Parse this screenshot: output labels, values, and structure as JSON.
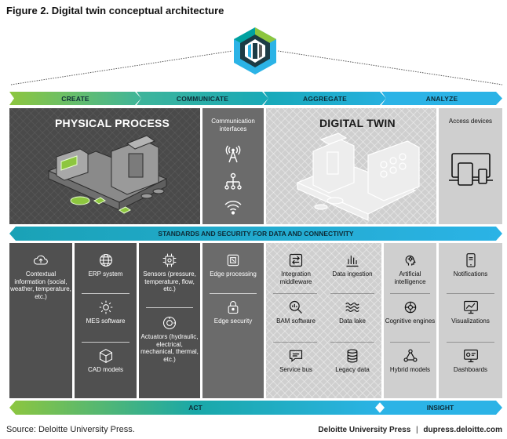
{
  "title": "Figure 2. Digital twin conceptual architecture",
  "stages": [
    "CREATE",
    "COMMUNICATE",
    "AGGREGATE",
    "ANALYZE"
  ],
  "physical_process": "PHYSICAL PROCESS",
  "communication": "Communication interfaces",
  "digital_twin": "DIGITAL TWIN",
  "access_devices": "Access devices",
  "banner": "STANDARDS AND SECURITY FOR DATA AND CONNECTIVITY",
  "columns": {
    "contextual": "Contextual information (social, weather, temperature, etc.)",
    "erp": "ERP system",
    "mes": "MES software",
    "cad": "CAD models",
    "sensors": "Sensors (pressure, temperature, flow, etc.)",
    "actuators": "Actuators (hydraulic, electrical, mechanical, thermal, etc.)",
    "edge_processing": "Edge processing",
    "edge_security": "Edge security",
    "integration": "Integration middleware",
    "data_ingestion": "Data ingestion",
    "bam": "BAM software",
    "data_lake": "Data lake",
    "service_bus": "Service bus",
    "legacy": "Legacy data",
    "ai": "Artificial intelligence",
    "cognitive": "Cognitive engines",
    "hybrid": "Hybrid models",
    "notifications": "Notifications",
    "visualizations": "Visualizations",
    "dashboards": "Dashboards"
  },
  "bottom": {
    "act": "ACT",
    "insight": "INSIGHT"
  },
  "footer": {
    "source": "Source: Deloitte University Press.",
    "publisher": "Deloitte University Press",
    "divider": "|",
    "site": "dupress.deloitte.com"
  },
  "colors": {
    "green": "#8dc63f",
    "teal": "#00a1a0",
    "blue": "#2bb3e6",
    "dark": "#505050",
    "light": "#cfcfcf"
  },
  "icons": [
    "hex-logo-icon",
    "wifi-tower-icon",
    "network-tree-icon",
    "wifi-icon",
    "cloud-upload-icon",
    "globe-icon",
    "gear-icon",
    "cube-icon",
    "chip-icon",
    "actuator-icon",
    "edge-chip-icon",
    "lock-icon",
    "exchange-icon",
    "bar-chart-icon",
    "magnifier-chart-icon",
    "waves-icon",
    "chat-icon",
    "database-icon",
    "brain-icon",
    "cognitive-icon",
    "network-nodes-icon",
    "phone-icon",
    "monitor-chart-icon",
    "dashboard-icon",
    "devices-icon"
  ]
}
